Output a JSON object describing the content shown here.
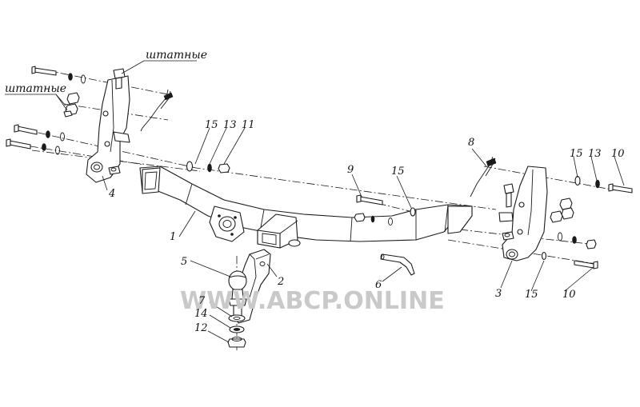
{
  "notes": {
    "standard_top": "штатные",
    "standard_left": "штатные"
  },
  "watermark": "WWW.ABCP.ONLINE",
  "callouts": {
    "c1": "1",
    "c2": "2",
    "c3": "3",
    "c4": "4",
    "c5": "5",
    "c6": "6",
    "c8": "8",
    "c9": "9",
    "c10a": "10",
    "c10b": "10",
    "c11": "11",
    "c12": "12",
    "c13a": "13",
    "c13b": "13",
    "c14": "14",
    "c15a": "15",
    "c15b": "15",
    "c15c": "15",
    "c15d": "15",
    "c7": "7"
  }
}
